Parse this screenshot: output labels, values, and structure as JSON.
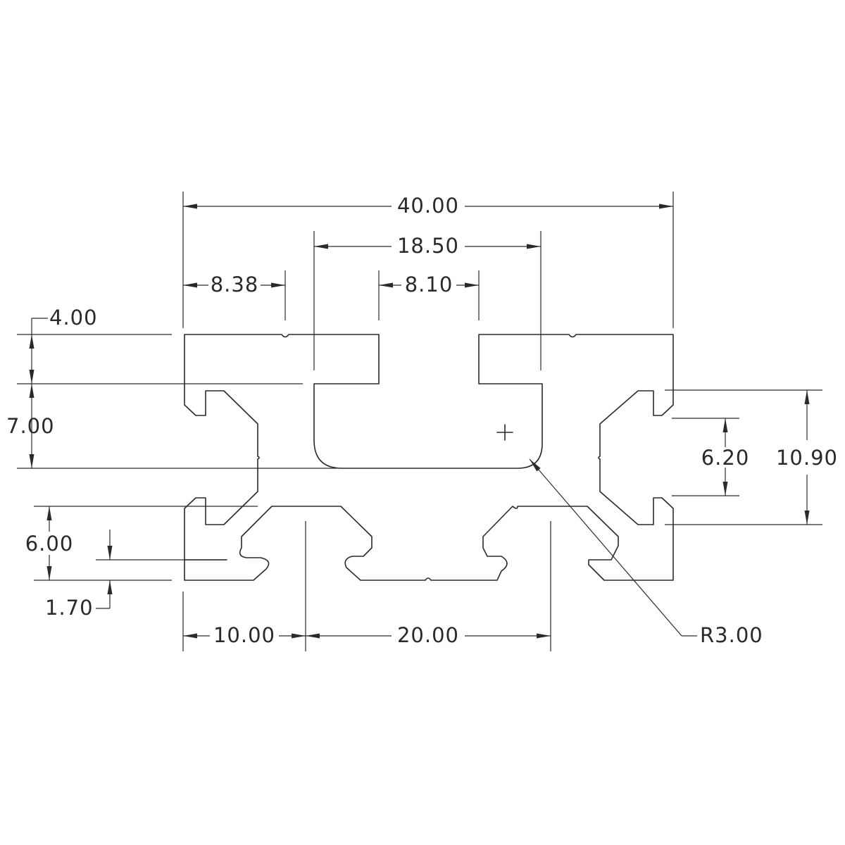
{
  "drawing": {
    "dimensions": {
      "overall_width": "40.00",
      "center_opening": "18.50",
      "top_slot_opening_left": "8.38",
      "top_slot_opening_center": "8.10",
      "wall_thickness": "4.00",
      "cavity_height": "7.00",
      "side_slot_opening": "6.20",
      "side_slot_span": "10.90",
      "bottom_slot_depth": "6.00",
      "bottom_lip": "1.70",
      "edge_to_slot": "10.00",
      "slot_pitch": "20.00",
      "fillet_radius": "R3.00"
    },
    "colors": {
      "line": "#2a2a2a",
      "background": "#ffffff"
    }
  }
}
